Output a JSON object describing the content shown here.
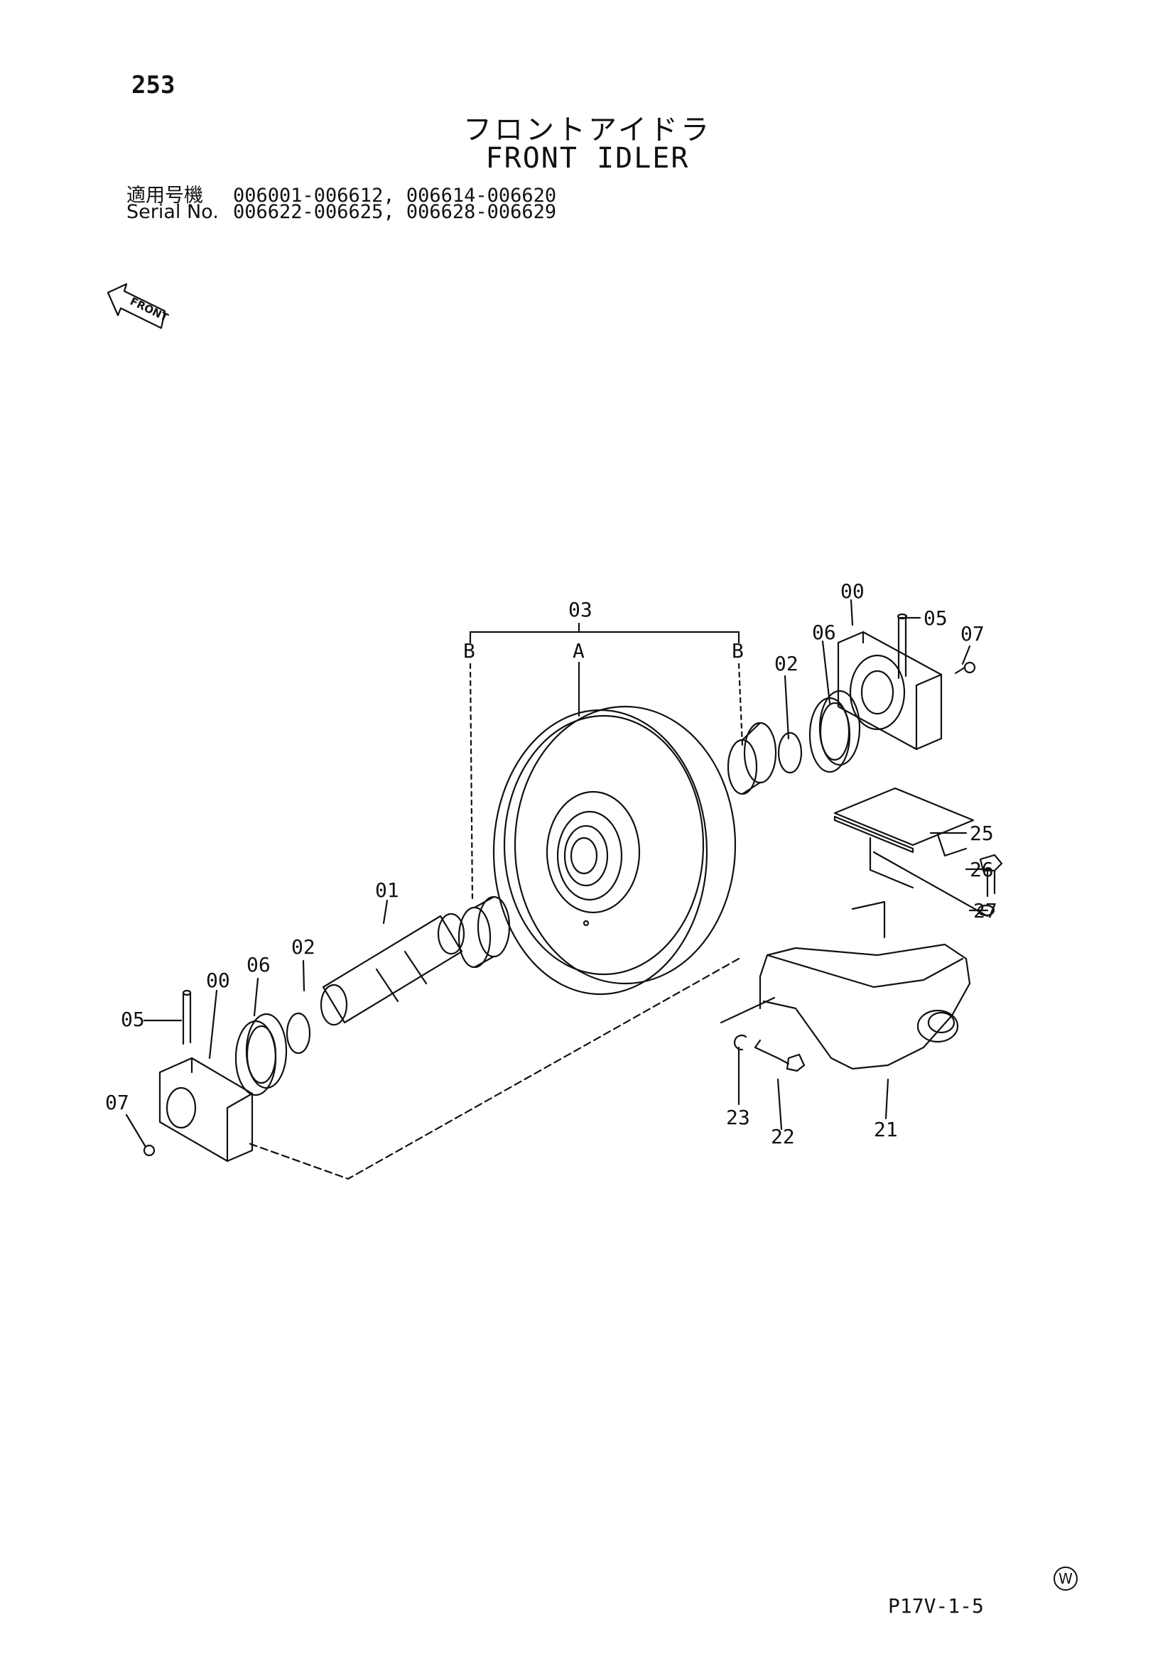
{
  "page_number": "253",
  "title_jp": "フロントアイドラ",
  "title_en": "FRONT IDLER",
  "serial": {
    "label_jp": "適用号機",
    "label_en": "Serial No.",
    "range_1": "006001-006612, 006614-006620",
    "range_2": "006622-006625, 006628-006629"
  },
  "front_arrow_text": "FRONT",
  "callouts": {
    "c03": "03",
    "cA": "A",
    "cB_left": "B",
    "cB_right": "B",
    "c00_top": "00",
    "c05_top": "05",
    "c07_top": "07",
    "c06_right": "06",
    "c02_right": "02",
    "c25": "25",
    "c26": "26",
    "c27": "27",
    "c01": "01",
    "c02_left": "02",
    "c06_left": "06",
    "c00_left": "00",
    "c05_left": "05",
    "c07_left": "07",
    "c23": "23",
    "c22": "22",
    "c21": "21"
  },
  "footer": {
    "code": "P17V-1-5",
    "mark": "W"
  }
}
